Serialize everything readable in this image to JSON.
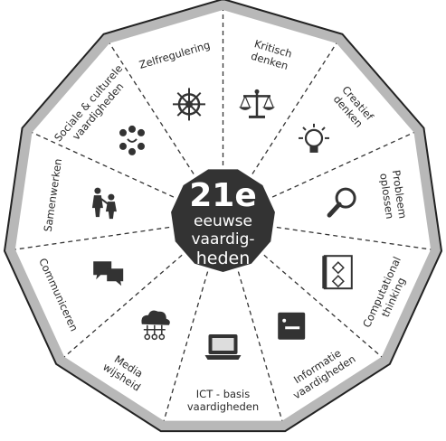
{
  "center": {
    "big": "21e",
    "lines": [
      "eeuwse",
      "vaardig-",
      "heden"
    ]
  },
  "segments": [
    {
      "lines": [
        "Kritisch",
        "denken"
      ],
      "icon": "scale-icon"
    },
    {
      "lines": [
        "Creatief",
        "denken"
      ],
      "icon": "lightbulb-icon"
    },
    {
      "lines": [
        "Probleem",
        "oplossen"
      ],
      "icon": "magnifier-icon"
    },
    {
      "lines": [
        "Computational",
        "thinking"
      ],
      "icon": "flowchart-icon"
    },
    {
      "lines": [
        "Informatie",
        "vaardigheden"
      ],
      "icon": "info-icon"
    },
    {
      "lines": [
        "ICT - basis",
        "vaardigheden"
      ],
      "icon": "laptop-icon"
    },
    {
      "lines": [
        "Media",
        "wijsheid"
      ],
      "icon": "cloud-network-icon"
    },
    {
      "lines": [
        "Communiceren"
      ],
      "icon": "speech-bubbles-icon"
    },
    {
      "lines": [
        "Samenwerken"
      ],
      "icon": "people-collaborate-icon"
    },
    {
      "lines": [
        "Sociale & culturele",
        "vaardigheden"
      ],
      "icon": "group-icon"
    },
    {
      "lines": [
        "Zelfregulering"
      ],
      "icon": "ship-wheel-icon"
    }
  ],
  "colors": {
    "outer_fill": "#b8b8b8",
    "outer_stroke": "#222222",
    "inner_fill": "#ffffff",
    "center_fill": "#333333",
    "text": "#2a2a2a",
    "icon": "#333333"
  }
}
